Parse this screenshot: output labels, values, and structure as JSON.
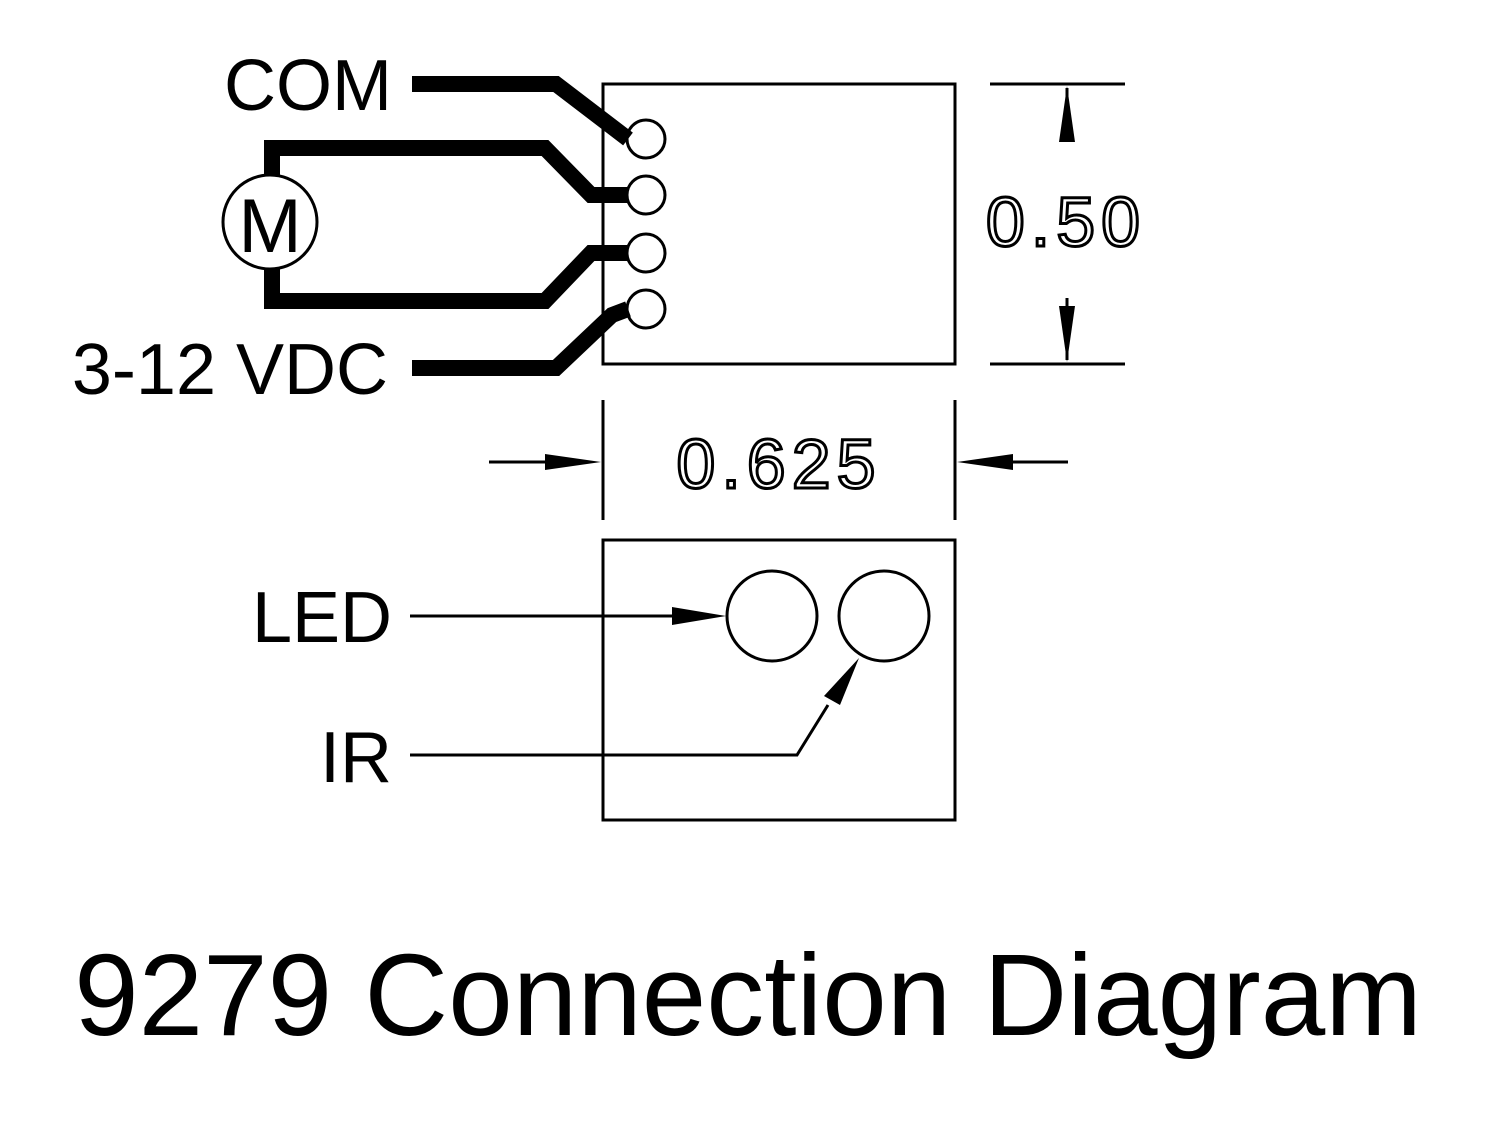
{
  "title": "9279 Connection Diagram",
  "wire_labels": {
    "com": "COM",
    "motor": "M",
    "supply": "3-12 VDC"
  },
  "dimensions": {
    "height": "0.50",
    "width": "0.625"
  },
  "component_labels": {
    "led": "LED",
    "ir": "IR"
  },
  "colors": {
    "line": "#000000",
    "background": "#ffffff"
  }
}
